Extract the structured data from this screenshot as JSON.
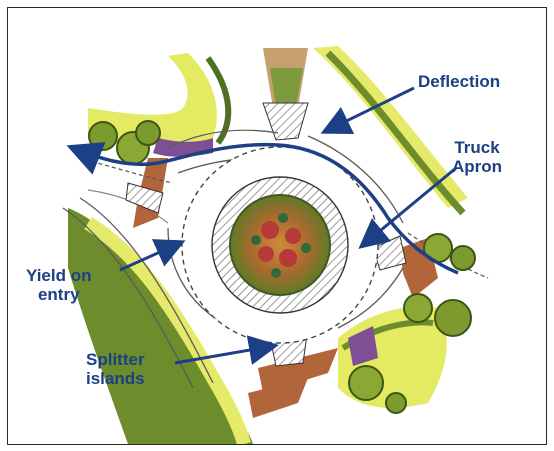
{
  "labels": {
    "deflection": "Deflection",
    "truck_apron_line1": "Truck",
    "truck_apron_line2": "Apron",
    "yield_line1": "Yield on",
    "yield_line2": "entry",
    "splitter_line1": "Splitter",
    "splitter_line2": "islands"
  },
  "colors": {
    "label_text": "#1c3f86",
    "arrow": "#1c3f86",
    "pavement": "#ffffff",
    "curb": "#555555",
    "grass_light": "#e6ec6a",
    "grass_dark": "#6d8d2c",
    "bark_brick": "#b2643a",
    "central_island": "#7a5a2a"
  }
}
